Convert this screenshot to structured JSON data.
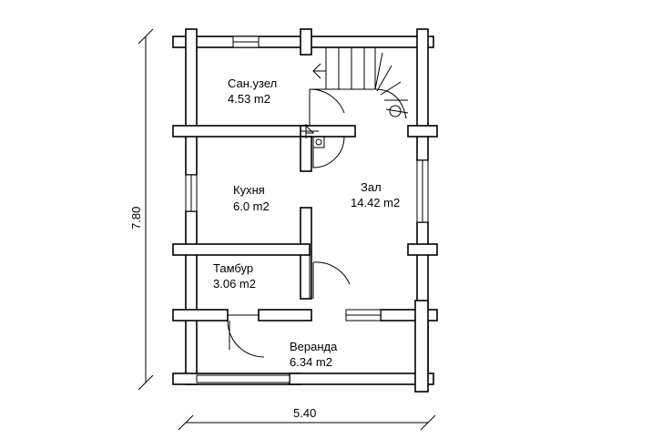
{
  "rooms": [
    {
      "name": "Сан.узел",
      "area": "4.53 m2"
    },
    {
      "name": "Кухня",
      "area": "6.0 m2"
    },
    {
      "name": "Зал",
      "area": "14.42 m2"
    },
    {
      "name": "Тамбур",
      "area": "3.06 m2"
    },
    {
      "name": "Веранда",
      "area": "6.34 m2"
    }
  ],
  "dimensions": {
    "width": "5.40",
    "height": "7.80"
  }
}
